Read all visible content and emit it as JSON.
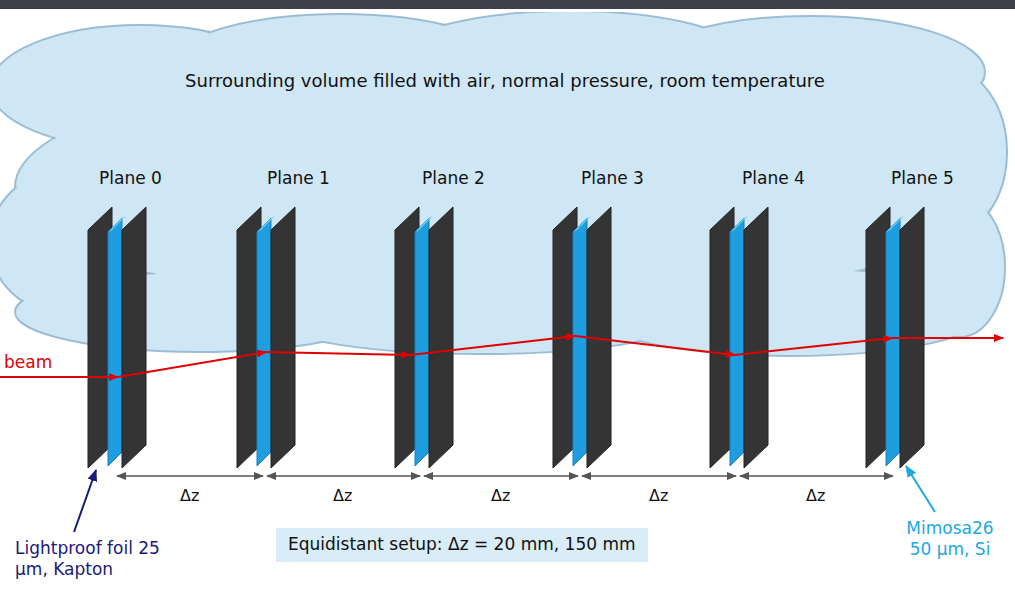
{
  "diagram": {
    "nodes": [
      {
        "text": [
          "Surrounding volume filled with air, normal pressure, room temperature"
        ]
      },
      {
        "text": [
          "Equidistant setup: Δz = 20 mm, 150 mm"
        ]
      }
    ],
    "labels": [
      "Plane 0",
      "Plane 1",
      "Plane 2",
      "Plane 3",
      "Plane 4",
      "Plane 5",
      "beam",
      "Δz",
      "Δz",
      "Δz",
      "Δz",
      "Δz",
      "Lightproof foil 25 μm, Kapton",
      "Mimosa26 50 μm, Si"
    ]
  }
}
